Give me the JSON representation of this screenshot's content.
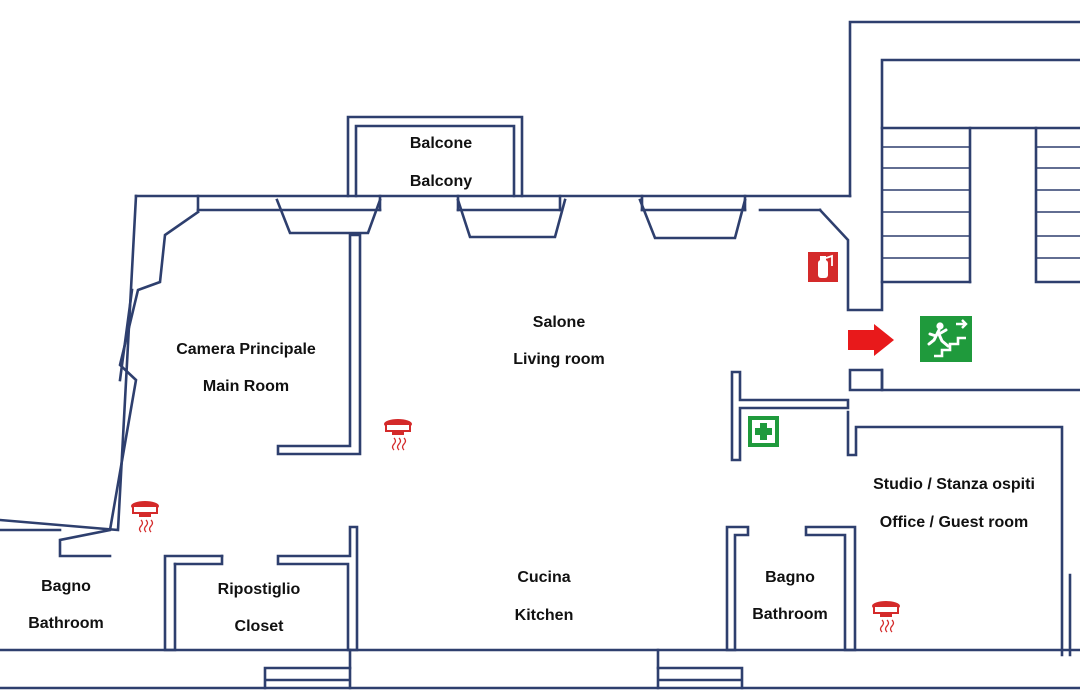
{
  "rooms": {
    "balcony": {
      "it": "Balcone",
      "en": "Balcony"
    },
    "main_room": {
      "it": "Camera Principale",
      "en": "Main Room"
    },
    "living_room": {
      "it": "Salone",
      "en": "Living room"
    },
    "office": {
      "it": "Studio / Stanza ospiti",
      "en": "Office / Guest room"
    },
    "bathroom_left": {
      "it": "Bagno",
      "en": "Bathroom"
    },
    "closet": {
      "it": "Ripostiglio",
      "en": "Closet"
    },
    "kitchen": {
      "it": "Cucina",
      "en": "Kitchen"
    },
    "bathroom_right": {
      "it": "Bagno",
      "en": "Bathroom"
    }
  },
  "icons": {
    "fire_extinguisher": "fire-extinguisher-icon",
    "emergency_exit": "emergency-exit-icon",
    "exit_arrow": "exit-direction-arrow-icon",
    "first_aid": "first-aid-icon",
    "smoke_detector": "smoke-detector-icon"
  },
  "colors": {
    "wall": "#2e3f6e",
    "fire_red": "#d42a2a",
    "safety_green": "#1f9a3c",
    "arrow_red": "#e8191b"
  }
}
